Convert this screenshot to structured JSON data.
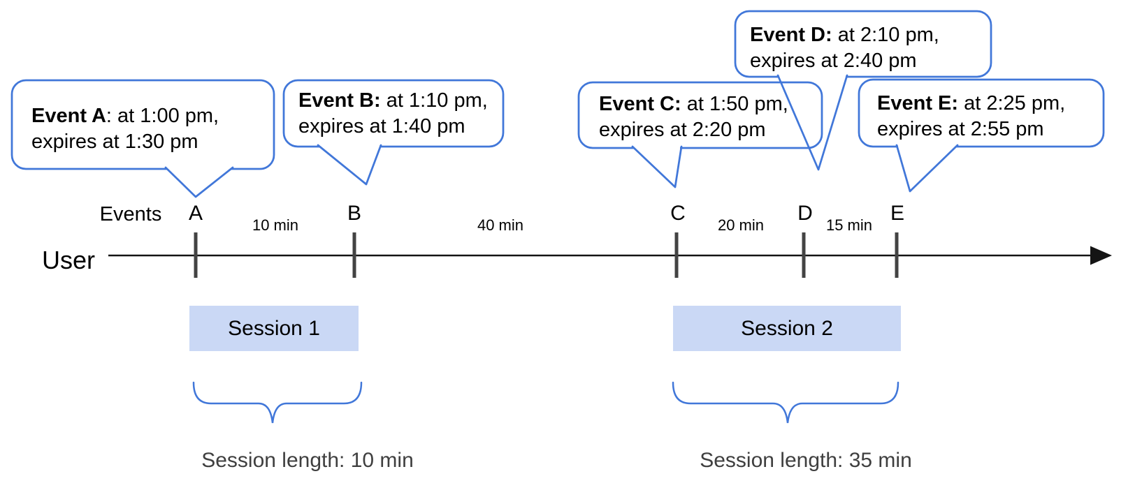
{
  "diagram": {
    "type": "event-session-timeline",
    "rows": {
      "events_label": "Events",
      "user_label": "User"
    },
    "events": [
      {
        "letter": "A",
        "callout_bold": "Event A",
        "callout_rest": ": at 1:00 pm,",
        "callout_line2": "expires at 1:30 pm"
      },
      {
        "letter": "B",
        "callout_bold": "Event B:",
        "callout_rest": " at 1:10 pm,",
        "callout_line2": "expires at 1:40 pm"
      },
      {
        "letter": "C",
        "callout_bold": "Event C:",
        "callout_rest": " at 1:50 pm,",
        "callout_line2": "expires at 2:20 pm"
      },
      {
        "letter": "D",
        "callout_bold": "Event D:",
        "callout_rest": " at 2:10 pm,",
        "callout_line2": "expires at 2:40 pm"
      },
      {
        "letter": "E",
        "callout_bold": "Event E:",
        "callout_rest": " at 2:25 pm,",
        "callout_line2": "expires at 2:55 pm"
      }
    ],
    "gaps": [
      {
        "label": "10 min"
      },
      {
        "label": "40 min"
      },
      {
        "label": "20 min"
      },
      {
        "label": "15 min"
      }
    ],
    "sessions": [
      {
        "label": "Session 1",
        "length_label": "Session length: 10 min"
      },
      {
        "label": "Session 2",
        "length_label": "Session length: 35 min"
      }
    ],
    "colors": {
      "callout_blue": "#4177d9",
      "session_fill": "#cad8f5",
      "timeline_black": "#141414",
      "tick_gray": "#434343"
    }
  }
}
